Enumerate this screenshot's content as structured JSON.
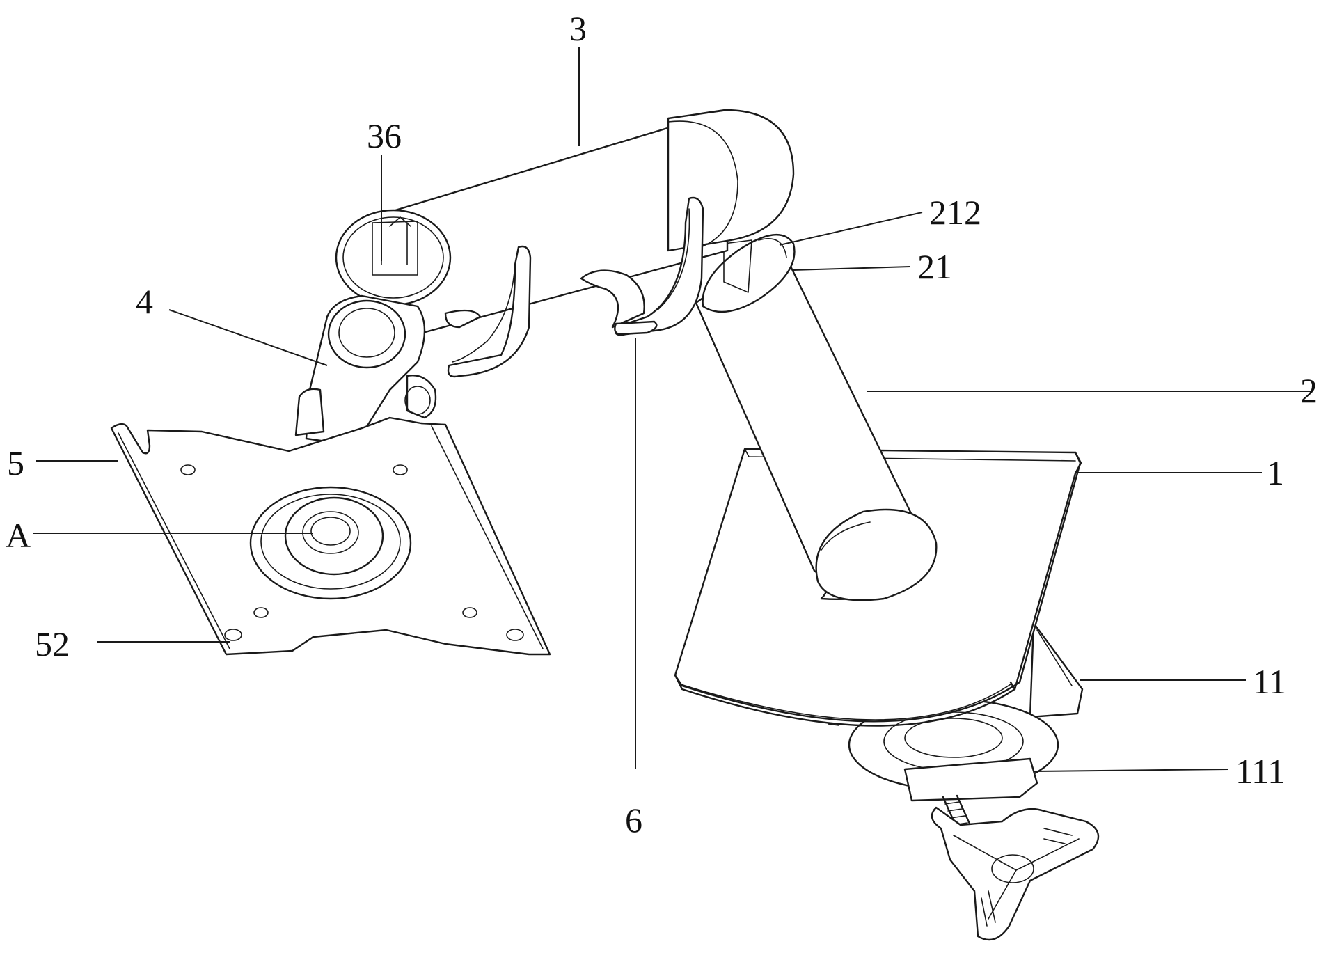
{
  "labels": {
    "l3": "3",
    "l36": "36",
    "l212": "212",
    "l21": "21",
    "l4": "4",
    "l2": "2",
    "l5": "5",
    "l1": "1",
    "lA": "A",
    "l52": "52",
    "l11": "11",
    "l6": "6",
    "l111": "111"
  }
}
